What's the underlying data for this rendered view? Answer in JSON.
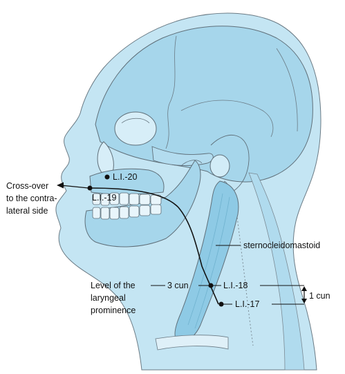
{
  "points": {
    "li20": "L.I.-20",
    "li19": "L.I.-19",
    "li18": "L.I.-18",
    "li17": "L.I.-17"
  },
  "annotations": {
    "crossover_line1": "Cross-over",
    "crossover_line2": "to the contra-",
    "crossover_line3": "lateral side",
    "muscle": "sternocleidomastoid",
    "level_line1": "Level of the",
    "level_line2": "laryngeal",
    "level_line3": "prominence",
    "three_cun": "3 cun",
    "one_cun": "1 cun"
  },
  "colors": {
    "skin_fill": "#bfe3f2",
    "bone_fill": "#9fd3ea",
    "muscle_fill": "#8dcbe6",
    "outline": "#5f6f79",
    "ink": "#111111"
  }
}
